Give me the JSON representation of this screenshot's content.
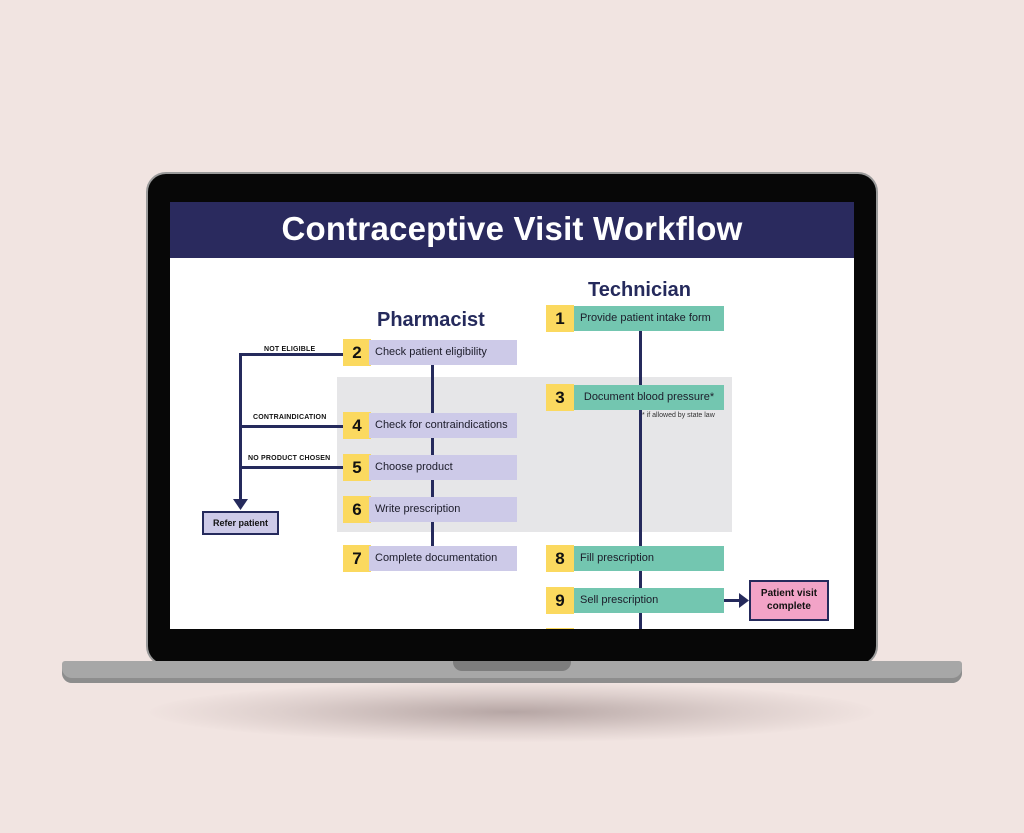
{
  "title": "Contraceptive Visit Workflow",
  "lanes": {
    "pharmacist": "Pharmacist",
    "technician": "Technician"
  },
  "steps": {
    "s1": {
      "number": "1",
      "label": "Provide patient intake form",
      "role": "Technician"
    },
    "s2": {
      "number": "2",
      "label": "Check patient eligibility",
      "role": "Pharmacist"
    },
    "s3": {
      "number": "3",
      "label": "Document blood pressure*",
      "role": "Technician"
    },
    "s4": {
      "number": "4",
      "label": "Check for contraindications",
      "role": "Pharmacist"
    },
    "s5": {
      "number": "5",
      "label": "Choose product",
      "role": "Pharmacist"
    },
    "s6": {
      "number": "6",
      "label": "Write prescription",
      "role": "Pharmacist"
    },
    "s7": {
      "number": "7",
      "label": "Complete documentation",
      "role": "Pharmacist"
    },
    "s8": {
      "number": "8",
      "label": "Fill prescription",
      "role": "Technician"
    },
    "s9": {
      "number": "9",
      "label": "Sell prescription",
      "role": "Technician"
    }
  },
  "footnote": "* if allowed by state law",
  "branches": {
    "not_eligible": "NOT ELIGIBLE",
    "contraindication": "CONTRAINDICATION",
    "no_product": "NO PRODUCT CHOSEN"
  },
  "endpoints": {
    "refer": "Refer patient",
    "complete": "Patient visit complete"
  },
  "colors": {
    "title_bar": "#2a2a5e",
    "pharmacist_box": "#cdcae8",
    "technician_box": "#73c6b0",
    "step_number": "#fbd95f",
    "end_box": "#f2a3c7",
    "background": "#f1e4e1"
  }
}
